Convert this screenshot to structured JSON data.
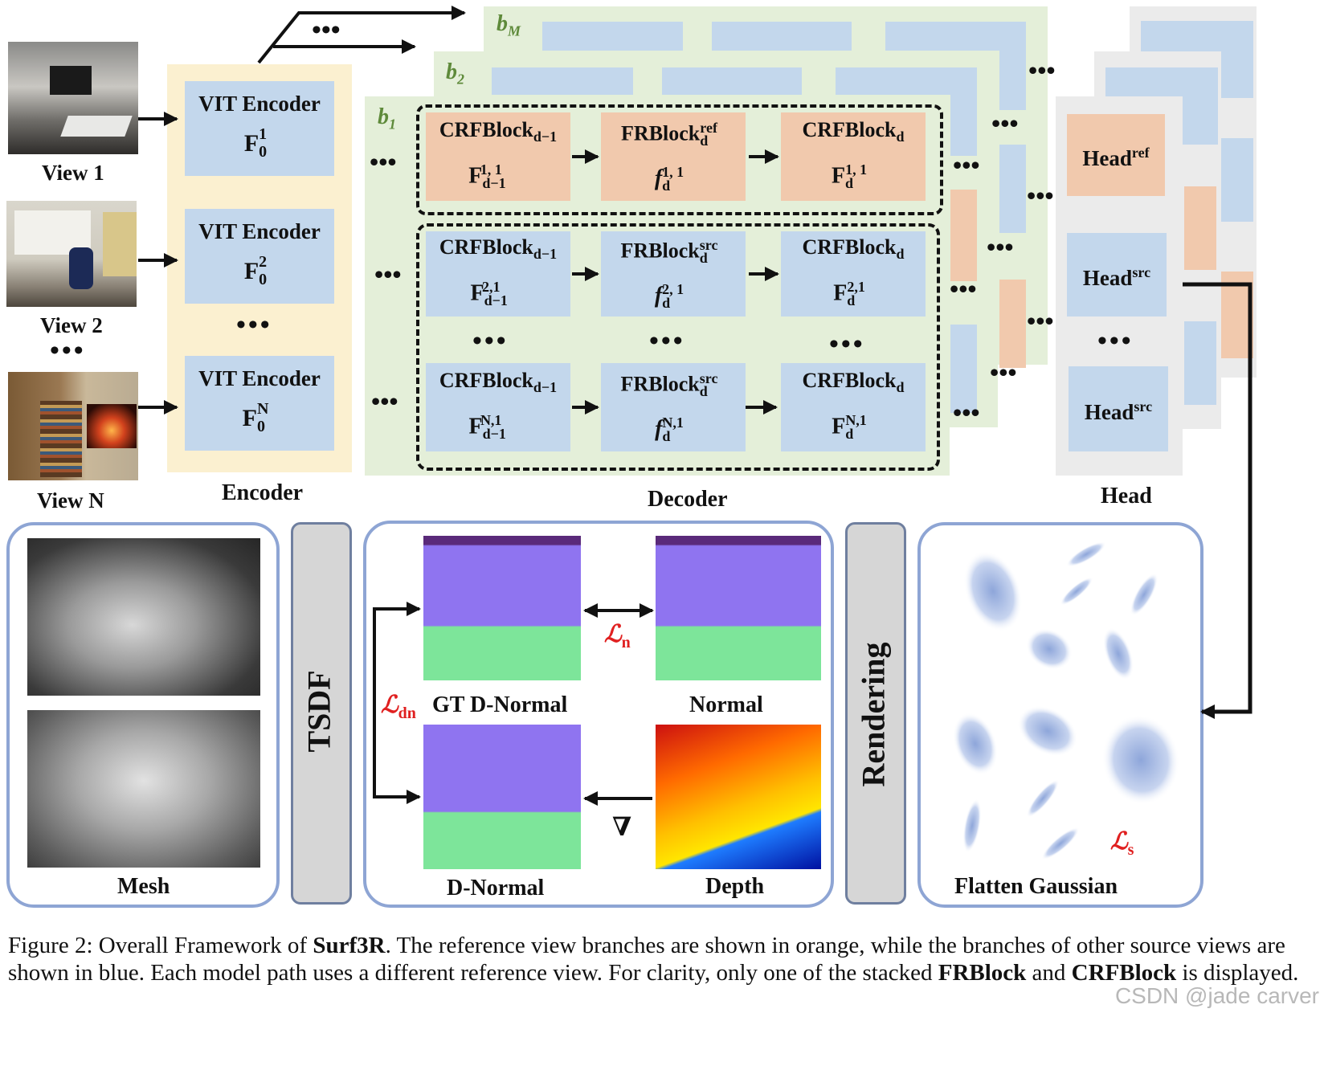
{
  "views": [
    "View 1",
    "View 2",
    "View N"
  ],
  "encoder": {
    "label": "Encoder",
    "block_title": "VIT Encoder",
    "features": [
      {
        "base": "F",
        "sub": "0",
        "sup": "1"
      },
      {
        "base": "F",
        "sub": "0",
        "sup": "2"
      },
      {
        "base": "F",
        "sub": "0",
        "sup": "N"
      }
    ]
  },
  "decoder": {
    "label": "Decoder",
    "layers": [
      {
        "base": "b",
        "sub": "M"
      },
      {
        "base": "b",
        "sub": "2"
      },
      {
        "base": "b",
        "sub": "1"
      }
    ],
    "rows": [
      {
        "branch": "ref",
        "cells": [
          {
            "t_base": "CRFBlock",
            "t_sub": "d−1",
            "t_sup": "",
            "f_base": "F",
            "f_sub": "d−1",
            "f_sup": "1, 1"
          },
          {
            "t_base": "FRBlock",
            "t_sub": "d",
            "t_sup": "ref",
            "f_base": "f",
            "f_sub": "d",
            "f_sup": "1, 1"
          },
          {
            "t_base": "CRFBlock",
            "t_sub": "d",
            "t_sup": "",
            "f_base": "F",
            "f_sub": "d",
            "f_sup": "1, 1"
          }
        ]
      },
      {
        "branch": "src",
        "cells": [
          {
            "t_base": "CRFBlock",
            "t_sub": "d−1",
            "t_sup": "",
            "f_base": "F",
            "f_sub": "d−1",
            "f_sup": "2,1"
          },
          {
            "t_base": "FRBlock",
            "t_sub": "d",
            "t_sup": "src",
            "f_base": "f",
            "f_sub": "d",
            "f_sup": "2, 1"
          },
          {
            "t_base": "CRFBlock",
            "t_sub": "d",
            "t_sup": "",
            "f_base": "F",
            "f_sub": "d",
            "f_sup": "2,1"
          }
        ]
      },
      {
        "branch": "src",
        "cells": [
          {
            "t_base": "CRFBlock",
            "t_sub": "d−1",
            "t_sup": "",
            "f_base": "F",
            "f_sub": "d−1",
            "f_sup": "N,1"
          },
          {
            "t_base": "FRBlock",
            "t_sub": "d",
            "t_sup": "src",
            "f_base": "f",
            "f_sub": "d",
            "f_sup": "N,1"
          },
          {
            "t_base": "CRFBlock",
            "t_sub": "d",
            "t_sup": "",
            "f_base": "F",
            "f_sub": "d",
            "f_sup": "N,1"
          }
        ]
      }
    ]
  },
  "head": {
    "label": "Head",
    "blocks": [
      {
        "base": "Head",
        "sup": "ref"
      },
      {
        "base": "Head",
        "sup": "src"
      },
      {
        "base": "Head",
        "sup": "src"
      }
    ]
  },
  "bottom": {
    "mesh_label": "Mesh",
    "tsdf_label": "TSDF",
    "rendering_label": "Rendering",
    "gt_dnormal_label": "GT D-Normal",
    "normal_label": "Normal",
    "dnormal_label": "D-Normal",
    "depth_label": "Depth",
    "flatten_label": "Flatten Gaussian",
    "gradient_symbol": "∇",
    "losses": {
      "n": {
        "base": "ℒ",
        "sub": "n"
      },
      "dn": {
        "base": "ℒ",
        "sub": "dn"
      },
      "s": {
        "base": "ℒ",
        "sub": "s"
      }
    }
  },
  "caption": {
    "prefix": "Figure 2: Overall Framework of ",
    "name": "Surf3R",
    "mid": ". The reference view branches are shown in orange, while the branches of other source views are shown in blue. Each model path uses a different reference view. For clarity, only one of the stacked ",
    "b1": "FRBlock",
    "and": " and ",
    "b2": "CRFBlock",
    "suffix": " is displayed."
  },
  "watermark": "CSDN @jade carver",
  "colors": {
    "blue_block": "#c3d7ec",
    "orange_block": "#f1c9ad",
    "encoder_bg": "#fbf0d0",
    "decoder_bg": "#e4efd9",
    "head_bg": "#ebebeb",
    "panel_border": "#8ea5d4",
    "loss_red": "#e02020",
    "layer_label_green": "#5e8a3a"
  }
}
